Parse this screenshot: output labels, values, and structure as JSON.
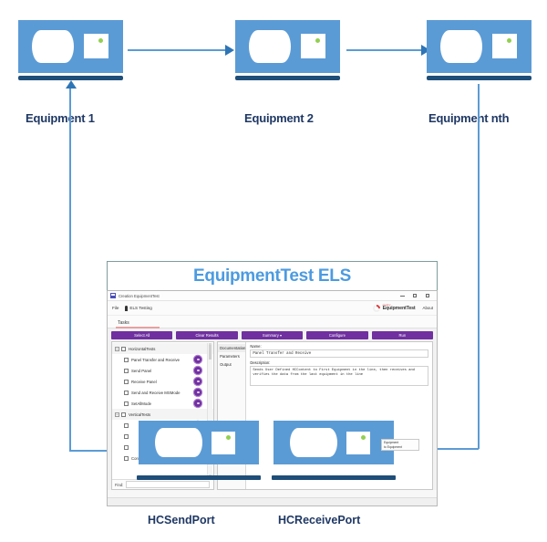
{
  "diagram": {
    "equipment": [
      {
        "label": "Equipment 1"
      },
      {
        "label": "Equipment 2"
      },
      {
        "label": "Equipment nth"
      }
    ]
  },
  "els_card": {
    "title": "EquipmentTest ELS"
  },
  "app": {
    "titlebar": {
      "title": "Creation EquipmentTest",
      "minimize": "–",
      "maximize": "□",
      "close": "×"
    },
    "menubar": {
      "file": "File",
      "pin_label": "ELS Testing",
      "brand_small": "creativ",
      "brand_name": "EquipmentTest",
      "about": "About"
    },
    "tabs": [
      {
        "label": "Tasks",
        "active": true
      }
    ],
    "toolbar": [
      {
        "label": "Select All"
      },
      {
        "label": "Clear Results"
      },
      {
        "label": "Summary  ▾"
      },
      {
        "label": "Configure"
      },
      {
        "label": "Run"
      }
    ],
    "tree": {
      "groups": [
        {
          "label": "HorizontalTests",
          "expander": "−",
          "items": [
            {
              "label": "Panel Transfer and Receive"
            },
            {
              "label": "Send Panel"
            },
            {
              "label": "Receive Panel"
            },
            {
              "label": "Send and Receive MSMode"
            },
            {
              "label": "SetAllMode"
            }
          ]
        },
        {
          "label": "VerticalTests",
          "expander": "−",
          "items": [
            {
              "label": ""
            },
            {
              "label": ""
            },
            {
              "label": ""
            },
            {
              "label": "Configure"
            }
          ]
        }
      ],
      "find_label": "Find:",
      "find_value": ""
    },
    "detail": {
      "tabs": [
        {
          "label": "Documentation",
          "active": true,
          "caret": "›"
        },
        {
          "label": "Parameters",
          "active": false,
          "caret": ""
        },
        {
          "label": "Output",
          "active": false,
          "caret": ""
        }
      ],
      "name_label": "Name:",
      "name_value": "Panel Transfer and Receive",
      "description_label": "Description:",
      "description_value": "Sends User Defined HCContent to First Equipment in the line, then receives and verifies the data from the last equipment in the line"
    },
    "tooltip": {
      "line1": "Equipment",
      "line2": "to Equipment"
    }
  },
  "ports": {
    "send": "HCSendPort",
    "receive": "HCReceivePort"
  },
  "colors": {
    "device_blue": "#5B9BD5",
    "stand_navy": "#1F4E79",
    "arrow_blue": "#2E75B6",
    "label_navy": "#1F3864",
    "title_blue": "#4C9BE0",
    "button_purple": "#7030A0",
    "led_green": "#92D050",
    "tab_underline": "#E8A0A0"
  }
}
